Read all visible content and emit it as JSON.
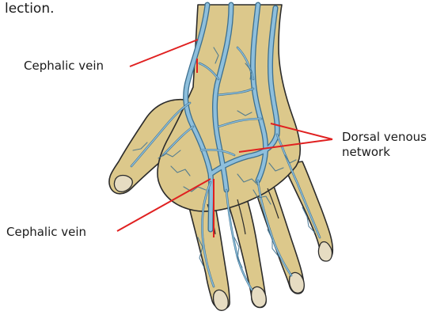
{
  "caption_fragment": "lection.",
  "labels": {
    "cephalic_vein_upper": "Cephalic vein",
    "cephalic_vein_lower": "Cephalic vein",
    "dorsal_line1": "Dorsal venous",
    "dorsal_line2": "network"
  },
  "colors": {
    "skin": "#dcc88b",
    "skin_shadow": "#c4ae6c",
    "outline": "#2b2b2b",
    "vein": "#8ebfdc",
    "vein_edge": "#3c6f8f",
    "nail": "#e6dcc2",
    "leader": "#e02020"
  }
}
